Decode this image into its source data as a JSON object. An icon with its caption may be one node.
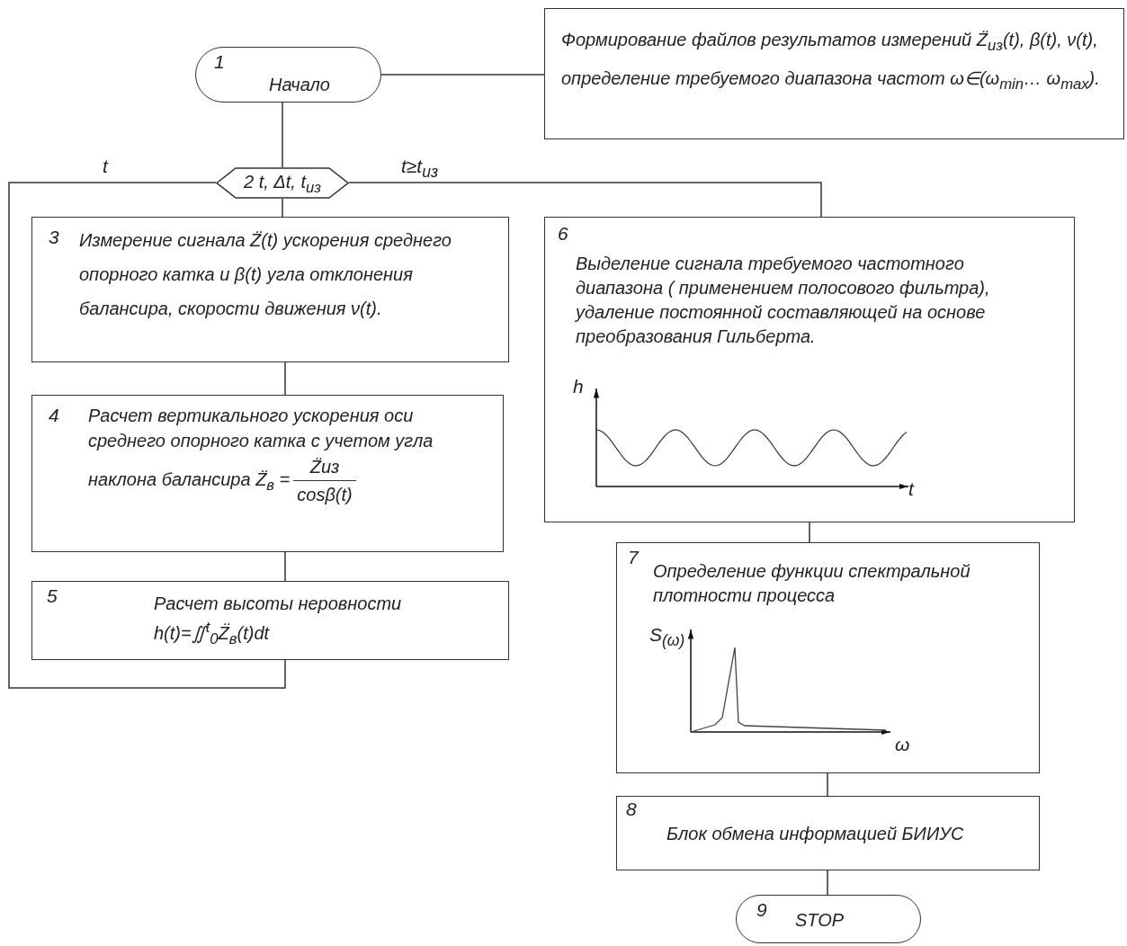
{
  "diagram": {
    "nodes": [
      {
        "text": [
          "1",
          "Начало"
        ]
      },
      {
        "text": [
          "Формирование файлов результатов измерений Z̈$_{из}$(t), β(t), ν(t), определение требуемого диапазона частот ω∈(ω$_{min}$… ω$_{max}$)."
        ]
      },
      {
        "text": [
          "2 t, Δt, t$_{из}$"
        ]
      },
      {
        "text": [
          "3",
          "Измерение сигнала Z̈(t) ускорения среднего опорного катка и β(t) угла отклонения балансира, скорости движения ν(t)."
        ]
      },
      {
        "text": [
          "4",
          "Расчет вертикального ускорения оси среднего опорного катка с учетом угла наклона балансира Z̈$_{в}$ =",
          "Z̈из",
          "cosβ(t)"
        ]
      },
      {
        "text": [
          "5",
          "Расчет высоты неровности",
          "h(t)=∬$^{t}$$_{0}$Z̈$_{в}$(t)dt"
        ]
      },
      {
        "text": [
          "6",
          "Выделение сигнала требуемого частотного диапазона ( применением полосового фильтра), удаление постоянной составляющей на основе преобразования Гильберта."
        ]
      },
      {
        "text": [
          "7",
          "Определение функции спектральной плотности процесса"
        ]
      },
      {
        "text": [
          "8",
          "Блок обмена информацией БИИУС"
        ]
      },
      {
        "text": [
          "9",
          "STOP"
        ]
      }
    ],
    "edges": [
      {
        "from": 0,
        "to": 2,
        "arrow": "none"
      },
      {
        "from": 0,
        "to": 1,
        "arrow": "none"
      },
      {
        "from": 2,
        "to": 3,
        "arrow": "none"
      },
      {
        "from": 3,
        "to": 4,
        "arrow": "none"
      },
      {
        "from": 4,
        "to": 5,
        "arrow": "none"
      },
      {
        "from": 5,
        "to": 2,
        "arrow": "none",
        "label": "t"
      },
      {
        "from": 2,
        "to": 6,
        "arrow": "none",
        "label": "t≥t$_{из}$"
      },
      {
        "from": 6,
        "to": 7,
        "arrow": "none"
      },
      {
        "from": 7,
        "to": 8,
        "arrow": "none"
      },
      {
        "from": 8,
        "to": 9,
        "arrow": "none"
      }
    ],
    "labels": [
      "h",
      "t",
      "S$_{(ω)}$",
      "ω"
    ]
  }
}
